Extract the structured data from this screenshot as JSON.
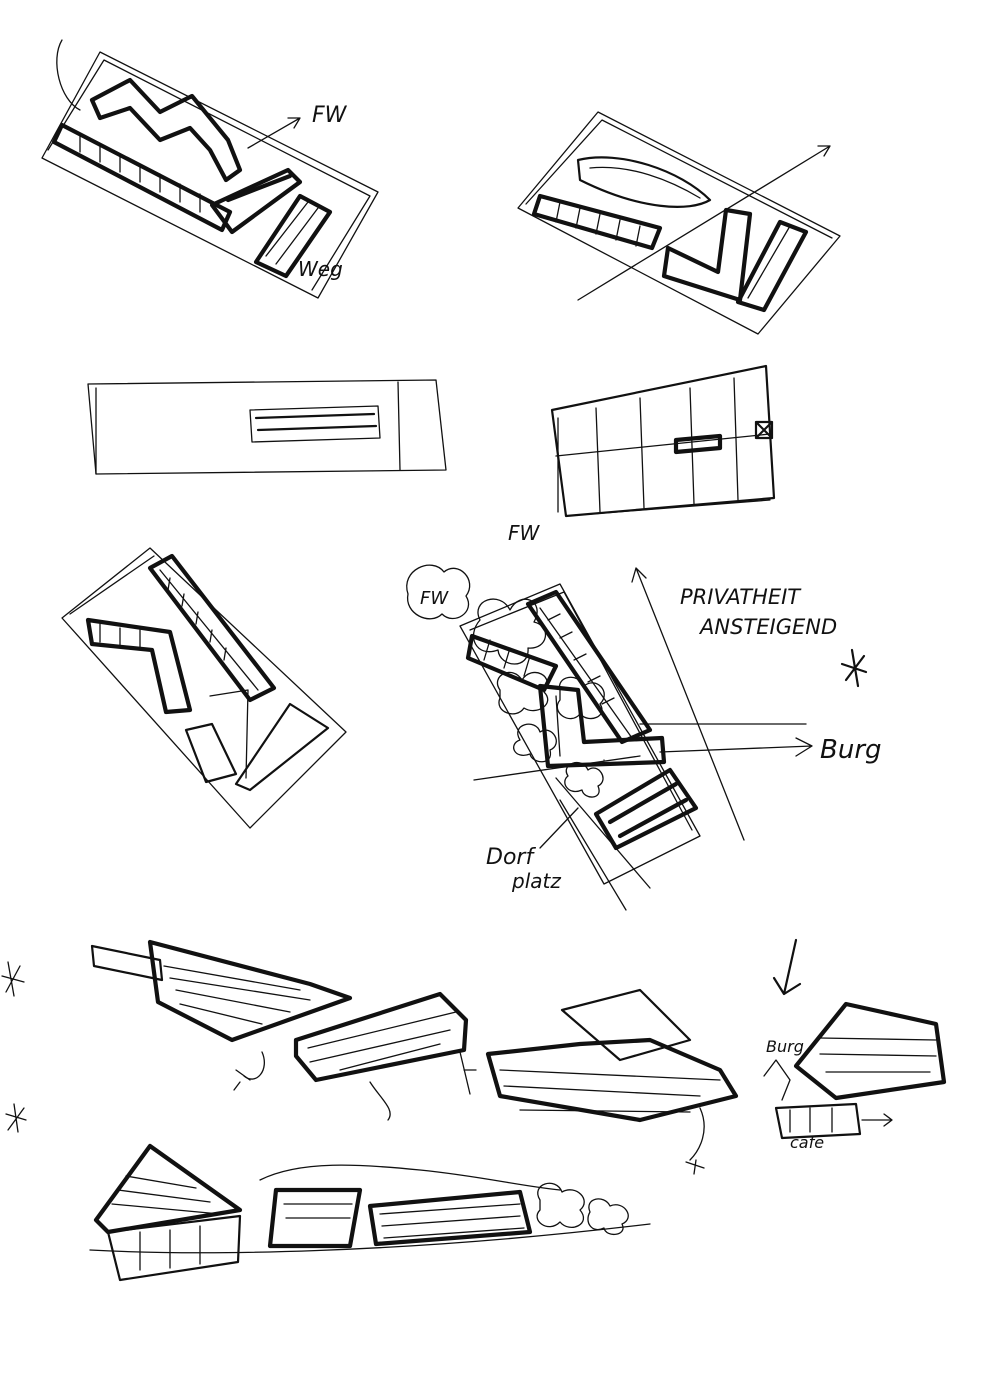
{
  "annotations": {
    "fw_top": "FW",
    "weg": "Weg",
    "fw_middle": "FW",
    "fw_left_tree": "FW",
    "privatheit_line1": "PRIVATHEIT",
    "privatheit_line2": "ANSTEIGEND",
    "burg_arrow": "Burg",
    "dorfplatz_line1": "Dorf",
    "dorfplatz_line2": "platz",
    "burg_elevation": "Burg",
    "cafe": "cafe"
  },
  "colors": {
    "ink": "#111111",
    "paper": "#ffffff"
  }
}
